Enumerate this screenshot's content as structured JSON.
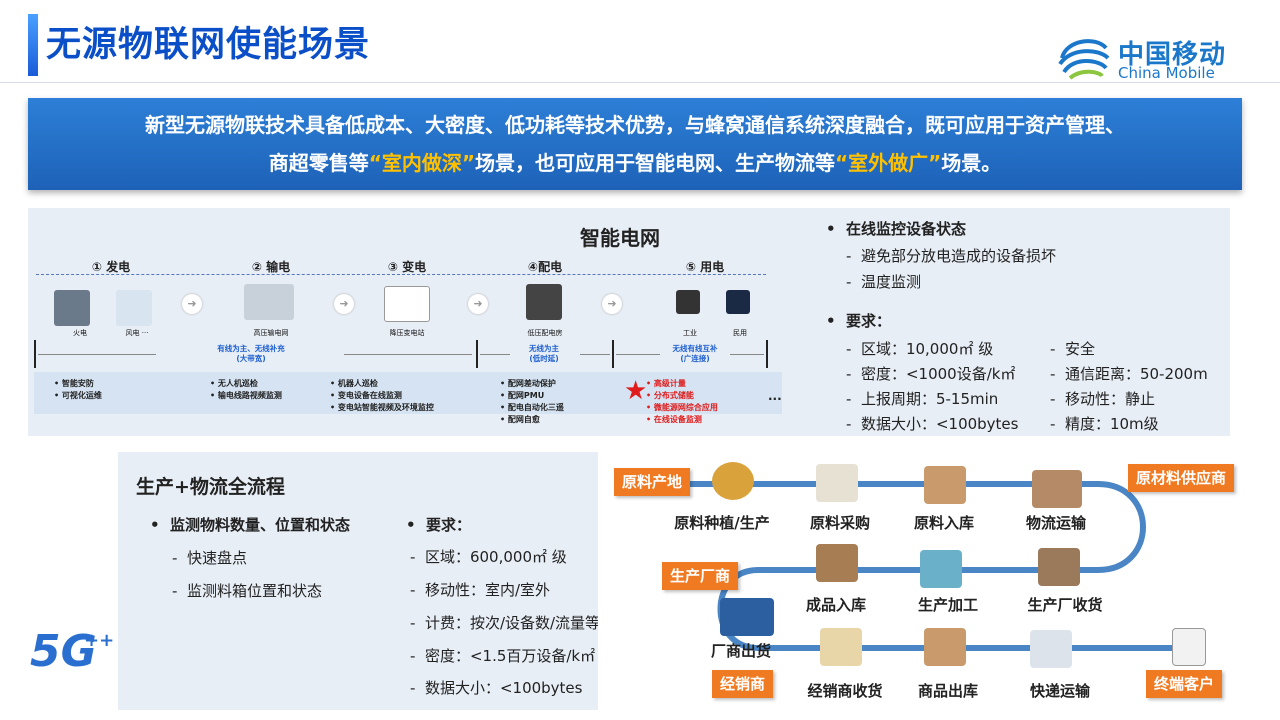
{
  "header": {
    "title": "无源物联网使能场景",
    "logo_cn": "中国移动",
    "logo_en": "China Mobile"
  },
  "banner": {
    "line1": "新型无源物联技术具备低成本、大密度、低功耗等技术优势，与蜂窝通信系统深度融合，既可应用于资产管理、",
    "line2_a": "商超零售等",
    "line2_hl1": "“室内做深”",
    "line2_b": "场景，也可应用于智能电网、生产物流等",
    "line2_hl2": "“室外做广”",
    "line2_c": "场景。"
  },
  "grid": {
    "title": "智能电网",
    "stages": [
      "① 发电",
      "② 输电",
      "③ 变电",
      "④配电",
      "⑤ 用电"
    ],
    "icon_labels": [
      "火电",
      "风电 ···",
      "高压输电网",
      "降压变电站",
      "低压配电房",
      "工业",
      "民用"
    ],
    "blue_labels": [
      "有线为主、无线补充\n(大带宽)",
      "无线为主\n(低时延)",
      "无线有线互补\n(广连接)"
    ],
    "col1": [
      "智能安防",
      "可视化运维"
    ],
    "col2": [
      "无人机巡检",
      "输电线路视频监测"
    ],
    "col3": [
      "机器人巡检",
      "变电设备在线监测",
      "变电站智能视频及环境监控"
    ],
    "col4": [
      "配网差动保护",
      "配网PMU",
      "配电自动化三遥",
      "配网自愈"
    ],
    "col5": [
      "高级计量",
      "分布式储能",
      "微能源网综合应用",
      "在线设备监测"
    ],
    "ellipsis": "···"
  },
  "right": {
    "h1": "在线监控设备状态",
    "h1_items": [
      "避免部分放电造成的设备损坏",
      "温度监测"
    ],
    "h2": "要求：",
    "req": [
      [
        "区域：10,000㎡ 级",
        "安全"
      ],
      [
        "密度：<1000设备/k㎡",
        "通信距离：50-200m"
      ],
      [
        "上报周期：5-15min",
        "移动性：静止"
      ],
      [
        "数据大小：<100bytes",
        "精度：10m级"
      ]
    ]
  },
  "prod": {
    "title": "生产+物流全流程",
    "h1": "监测物料数量、位置和状态",
    "h1_items": [
      "快速盘点",
      "监测料箱位置和状态"
    ],
    "h2": "要求：",
    "req": [
      "区域：600,000㎡ 级",
      "移动性：室内/室外",
      "计费：按次/设备数/流量等",
      "密度：<1.5百万设备/k㎡",
      "数据大小：<100bytes"
    ]
  },
  "flow": {
    "tags": [
      "原料产地",
      "原材料供应商",
      "生产厂商",
      "经销商",
      "终端客户"
    ],
    "steps": [
      "原料种植/生产",
      "原料采购",
      "原料入库",
      "物流运输",
      "成品入库",
      "生产加工",
      "生产厂收货",
      "厂商出货",
      "经销商收货",
      "商品出库",
      "快递运输"
    ]
  },
  "badge": "5G"
}
